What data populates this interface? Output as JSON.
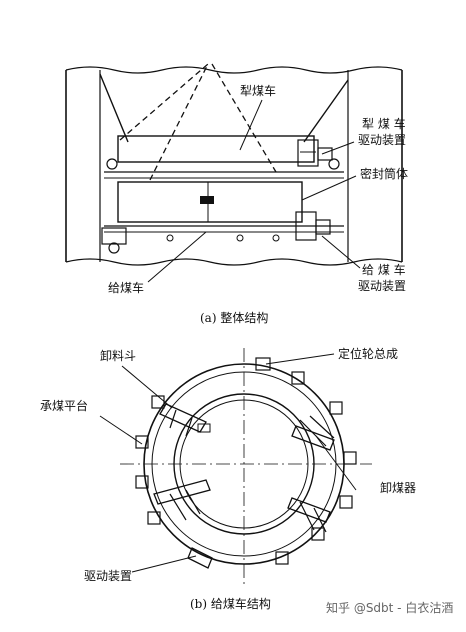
{
  "figure_a": {
    "labels": {
      "plow_car": "犁煤车",
      "plow_drive_1": "犁 煤 车",
      "plow_drive_2": "驱动装置",
      "seal_cylinder": "密封筒体",
      "feeder_drive_1": "给 煤 车",
      "feeder_drive_2": "驱动装置",
      "feeder_car": "给煤车"
    },
    "caption": "(a)  整体结构"
  },
  "figure_b": {
    "labels": {
      "positioning_wheel": "定位轮总成",
      "unloading_hopper": "卸料斗",
      "coal_platform": "承煤平台",
      "unloader": "卸煤器",
      "drive_device": "驱动装置"
    },
    "caption": "(b)  给煤车结构"
  },
  "watermark": "知乎 @Sdbt - 白衣沽酒"
}
